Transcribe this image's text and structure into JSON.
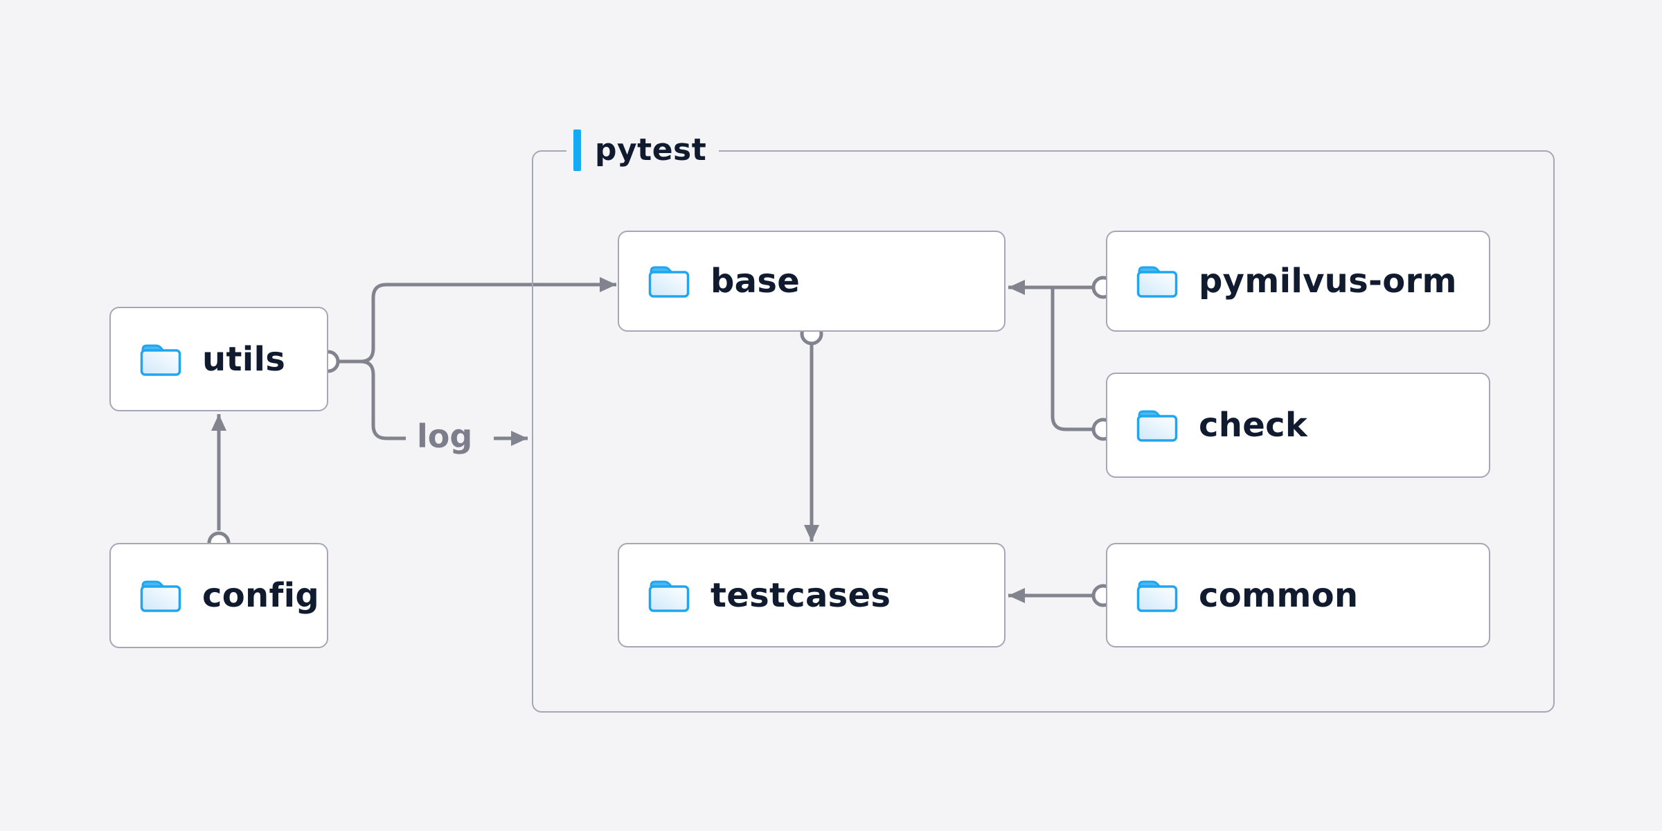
{
  "diagram": {
    "group": {
      "title": "pytest"
    },
    "log_label": "log",
    "nodes": [
      {
        "id": "utils",
        "label": "utils",
        "icon": "folder-icon",
        "group": null
      },
      {
        "id": "config",
        "label": "config",
        "icon": "folder-icon",
        "group": null
      },
      {
        "id": "base",
        "label": "base",
        "icon": "folder-icon",
        "group": "pytest"
      },
      {
        "id": "testcases",
        "label": "testcases",
        "icon": "folder-icon",
        "group": "pytest"
      },
      {
        "id": "pymilvus-orm",
        "label": "pymilvus-orm",
        "icon": "folder-icon",
        "group": "pytest"
      },
      {
        "id": "check",
        "label": "check",
        "icon": "folder-icon",
        "group": "pytest"
      },
      {
        "id": "common",
        "label": "common",
        "icon": "folder-icon",
        "group": "pytest"
      }
    ],
    "edges": [
      {
        "from": "config",
        "to": "utils"
      },
      {
        "from": "utils",
        "to": "base"
      },
      {
        "from": "utils",
        "to": "log"
      },
      {
        "from": "pymilvus-orm",
        "to": "base"
      },
      {
        "from": "check",
        "to": "base"
      },
      {
        "from": "base",
        "to": "testcases"
      },
      {
        "from": "common",
        "to": "testcases"
      }
    ],
    "colors": {
      "background": "#f4f4f6",
      "node_border": "#a5a7b6",
      "edge": "#81838e",
      "label_text": "#111b2f",
      "accent": "#16aaf2",
      "muted_text": "#7c7e8b",
      "folder_blue": "#1ea7f0"
    }
  }
}
